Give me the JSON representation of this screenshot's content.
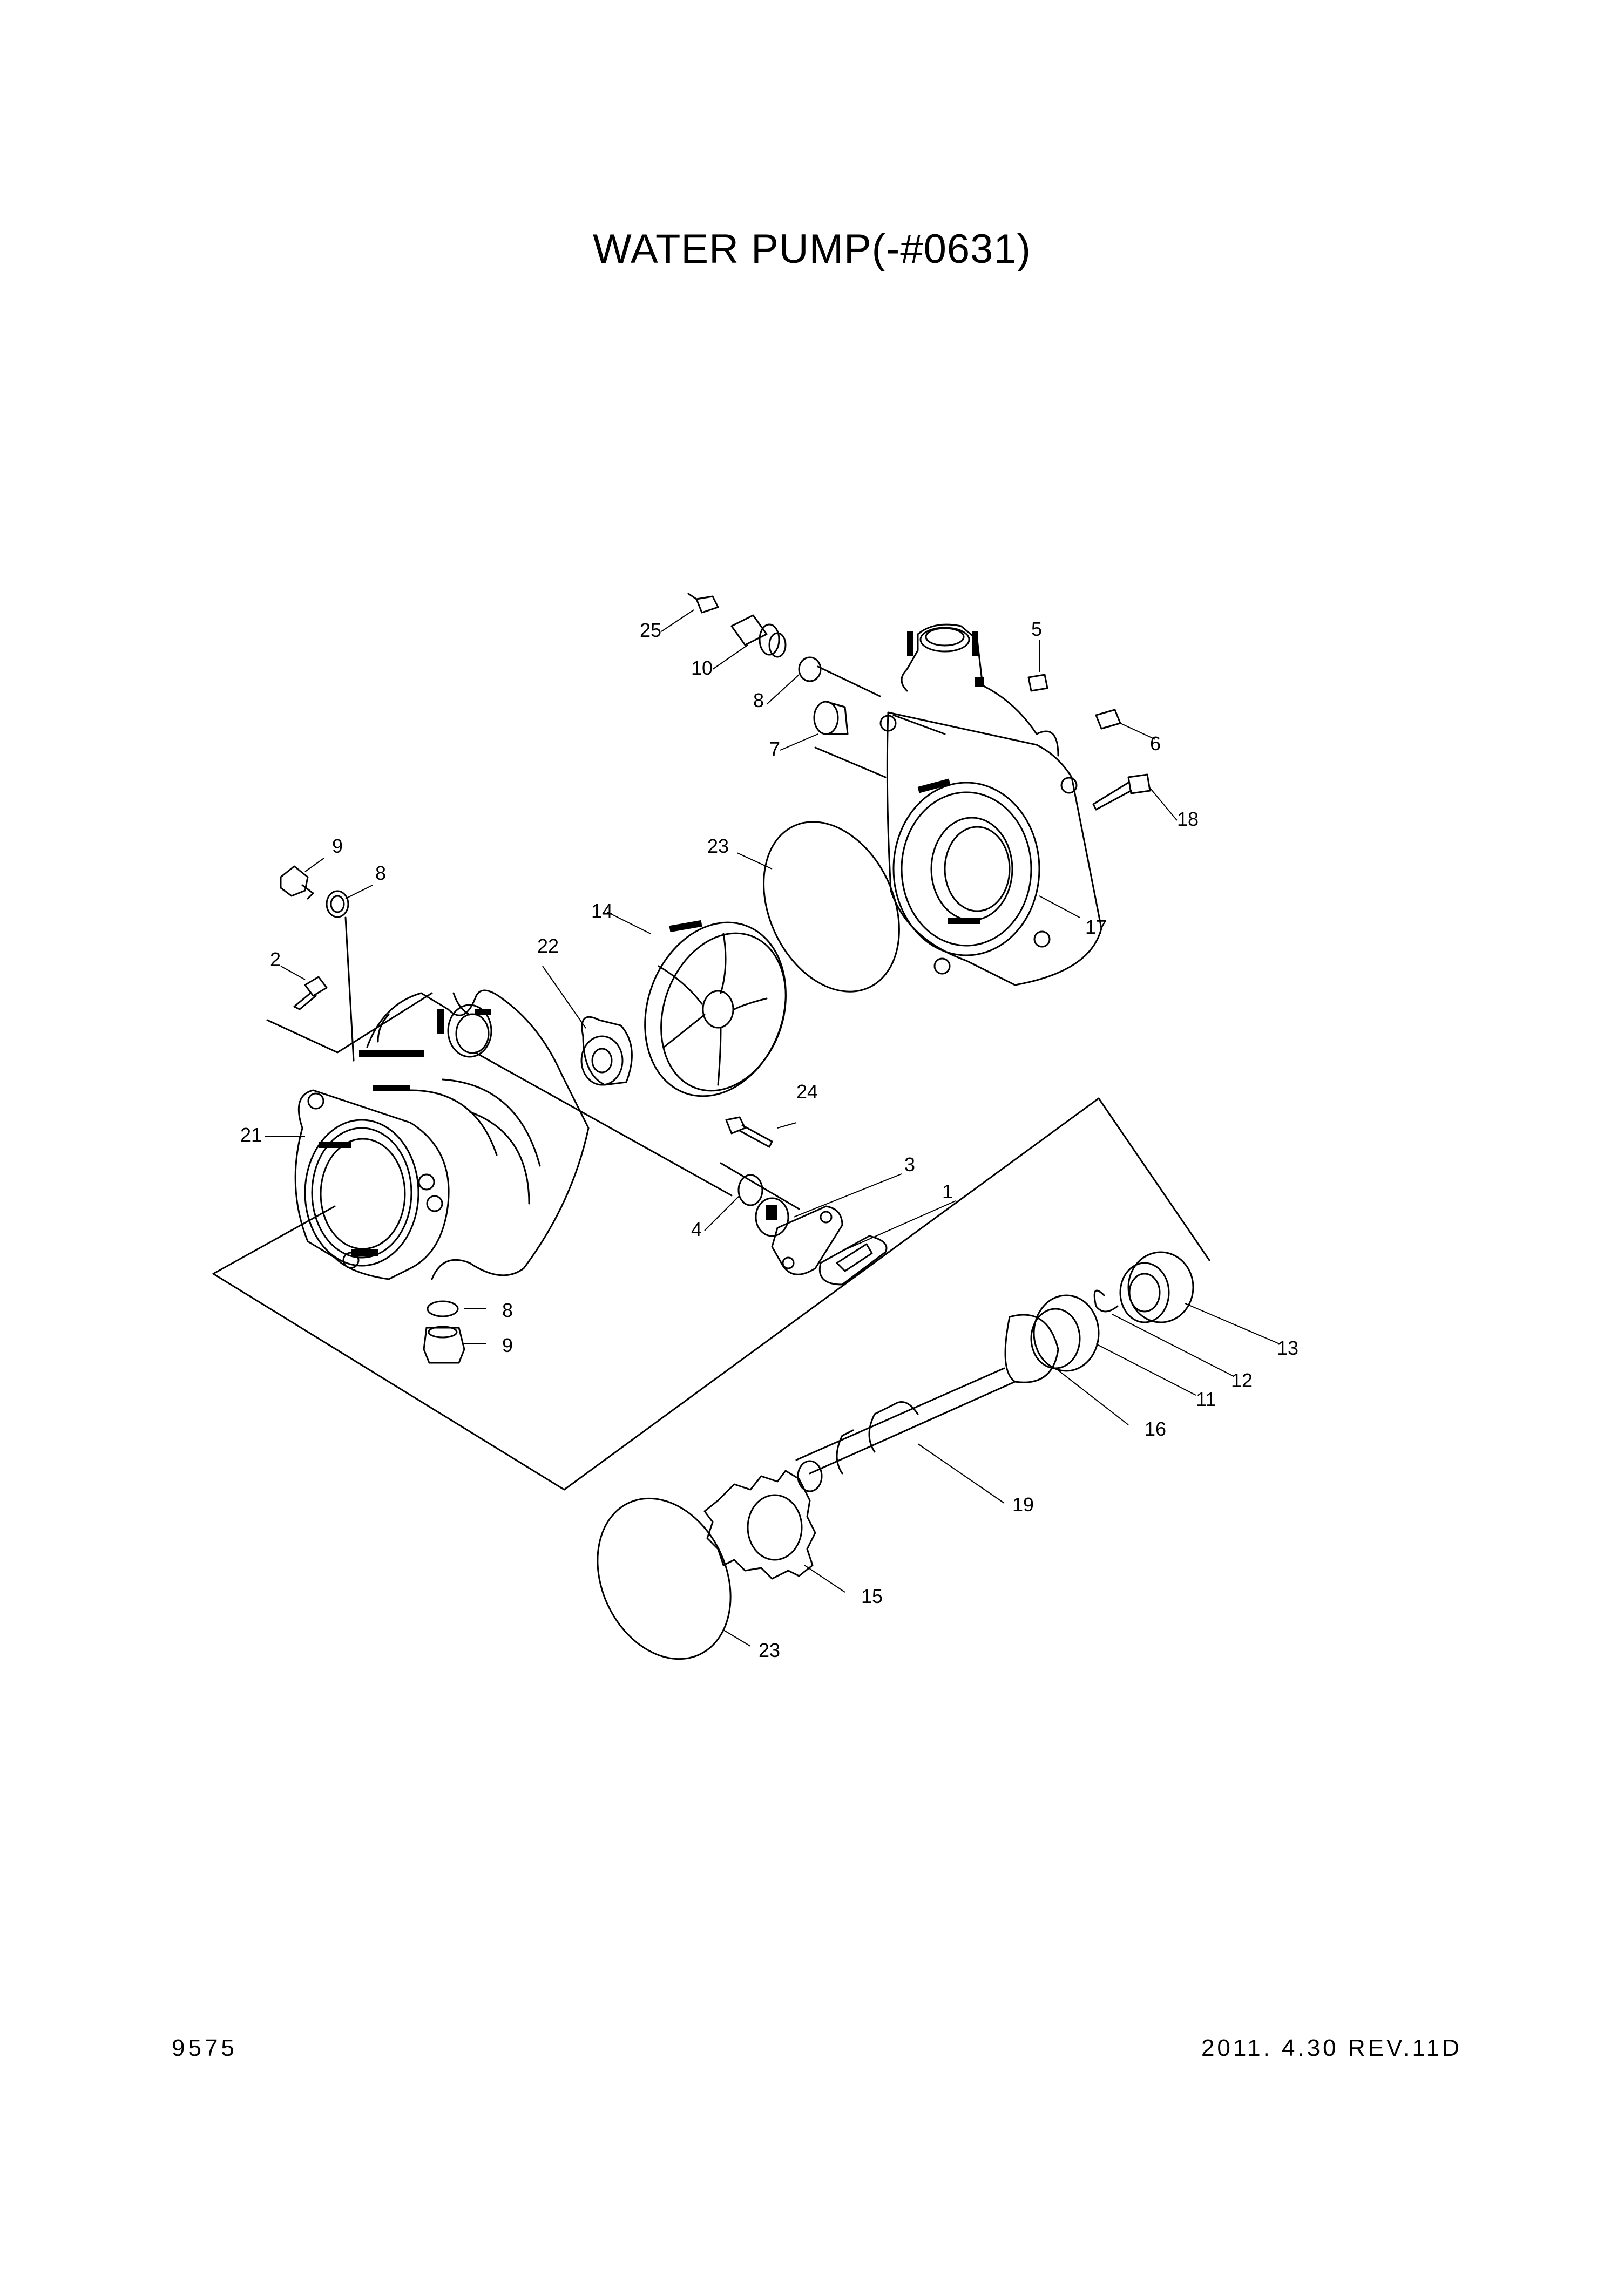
{
  "title": "WATER PUMP(-#0631)",
  "footer": {
    "page": "9575",
    "date_rev": "2011. 4.30  REV.11D"
  },
  "callouts": {
    "c1": "1",
    "c2": "2",
    "c3": "3",
    "c4": "4",
    "c5": "5",
    "c6": "6",
    "c7": "7",
    "c8a": "8",
    "c8b": "8",
    "c8c": "8",
    "c9a": "9",
    "c9b": "9",
    "c10": "10",
    "c11": "11",
    "c12": "12",
    "c13": "13",
    "c14": "14",
    "c15": "15",
    "c16": "16",
    "c17": "17",
    "c18": "18",
    "c19": "19",
    "c21": "21",
    "c22": "22",
    "c23a": "23",
    "c23b": "23",
    "c24": "24",
    "c25": "25"
  }
}
